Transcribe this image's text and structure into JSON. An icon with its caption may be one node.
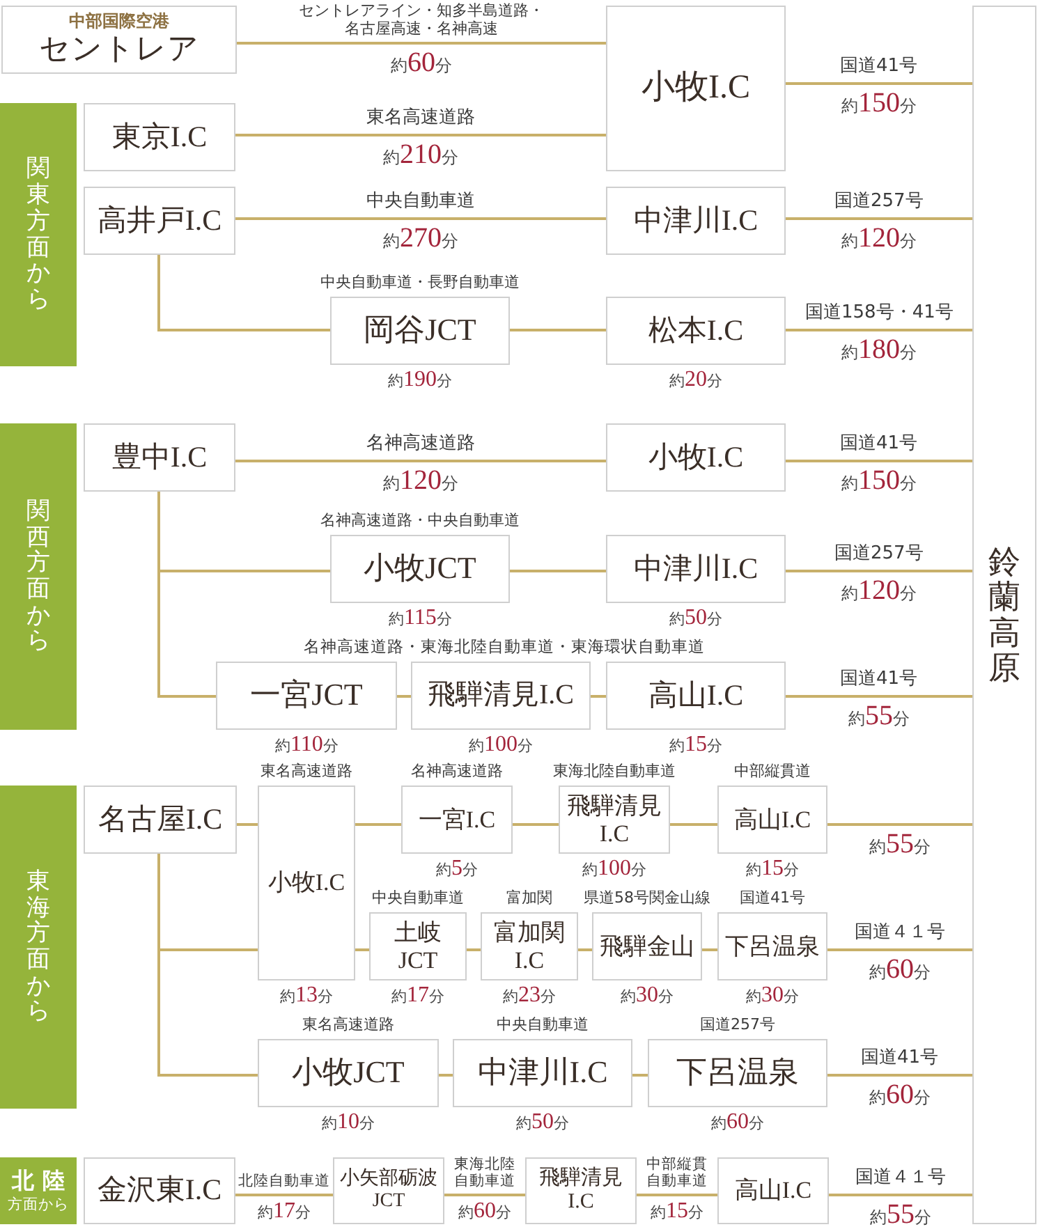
{
  "diagram": {
    "nodes": [
      {
        "text": [
          "中部国際空港",
          "セントレア"
        ]
      },
      {
        "text": [
          "小牧I.C"
        ]
      },
      {
        "text": [
          "鈴蘭高原"
        ]
      },
      {
        "text": [
          "関東方面から"
        ]
      },
      {
        "text": [
          "東京I.C"
        ]
      },
      {
        "text": [
          "高井戸I.C"
        ]
      },
      {
        "text": [
          "中津川I.C"
        ]
      },
      {
        "text": [
          "岡谷JCT"
        ],
        "beside": [
          "中央自動車道・長野自動車道",
          "約190分"
        ]
      },
      {
        "text": [
          "松本I.C"
        ],
        "beside": [
          "約20分"
        ]
      },
      {
        "text": [
          "関西方面から"
        ]
      },
      {
        "text": [
          "豊中I.C"
        ]
      },
      {
        "text": [
          "小牧I.C"
        ]
      },
      {
        "text": [
          "小牧JCT"
        ],
        "beside": [
          "名神高速道路・中央自動車道",
          "約115分"
        ]
      },
      {
        "text": [
          "中津川I.C"
        ],
        "beside": [
          "約50分"
        ]
      },
      {
        "text": [
          "一宮JCT"
        ],
        "beside": [
          "約110分"
        ]
      },
      {
        "text": [
          "飛騨清見I.C"
        ],
        "beside": [
          "約100分"
        ]
      },
      {
        "text": [
          "高山I.C"
        ],
        "beside": [
          "約15分"
        ]
      },
      {
        "text": [
          "東海方面から"
        ]
      },
      {
        "text": [
          "名古屋I.C"
        ]
      },
      {
        "text": [
          "小牧I.C"
        ],
        "beside": [
          "東名高速道路",
          "約13分"
        ]
      },
      {
        "text": [
          "一宮I.C"
        ],
        "beside": [
          "名神高速道路",
          "約5分"
        ]
      },
      {
        "text": [
          "飛騨清見I.C"
        ],
        "beside": [
          "東海北陸自動車道",
          "約100分"
        ]
      },
      {
        "text": [
          "高山I.C"
        ],
        "beside": [
          "中部縦貫道",
          "約15分"
        ]
      },
      {
        "text": [
          "土岐JCT"
        ],
        "beside": [
          "中央自動車道",
          "約17分"
        ]
      },
      {
        "text": [
          "富加関I.C"
        ],
        "beside": [
          "富加関",
          "約23分"
        ]
      },
      {
        "text": [
          "飛騨金山"
        ],
        "beside": [
          "県道58号関金山線",
          "約30分"
        ]
      },
      {
        "text": [
          "下呂温泉"
        ],
        "beside": [
          "国道41号",
          "約30分"
        ]
      },
      {
        "text": [
          "小牧JCT"
        ],
        "beside": [
          "東名高速道路",
          "約10分"
        ]
      },
      {
        "text": [
          "中津川I.C"
        ],
        "beside": [
          "中央自動車道",
          "約50分"
        ]
      },
      {
        "text": [
          "下呂温泉"
        ],
        "beside": [
          "国道257号",
          "約60分"
        ]
      },
      {
        "text": [
          "北陸",
          "方面から"
        ]
      },
      {
        "text": [
          "金沢東I.C"
        ]
      },
      {
        "text": [
          "小矢部砺波JCT"
        ]
      },
      {
        "text": [
          "飛騨清見I.C"
        ]
      },
      {
        "text": [
          "高山I.C"
        ]
      }
    ],
    "edges": [
      {
        "from": 0,
        "to": 1,
        "arrow": "none",
        "label": "セントレアライン・知多半島道路・名古屋高速・名神高速"
      },
      {
        "from": 1,
        "to": 2,
        "arrow": "none",
        "label": "国道41号"
      },
      {
        "from": 4,
        "to": 1,
        "arrow": "none",
        "label": "東名高速道路"
      },
      {
        "from": 5,
        "to": 6,
        "arrow": "none",
        "label": "中央自動車道"
      },
      {
        "from": 6,
        "to": 2,
        "arrow": "none",
        "label": "国道257号"
      },
      {
        "from": 5,
        "to": 7,
        "arrow": "none"
      },
      {
        "from": 7,
        "to": 8,
        "arrow": "none"
      },
      {
        "from": 8,
        "to": 2,
        "arrow": "none",
        "label": "国道158号・41号"
      },
      {
        "from": 10,
        "to": 11,
        "arrow": "none",
        "label": "名神高速道路"
      },
      {
        "from": 11,
        "to": 2,
        "arrow": "none",
        "label": "国道41号"
      },
      {
        "from": 10,
        "to": 12,
        "arrow": "none"
      },
      {
        "from": 12,
        "to": 13,
        "arrow": "none"
      },
      {
        "from": 13,
        "to": 2,
        "arrow": "none",
        "label": "国道257号"
      },
      {
        "from": 10,
        "to": 14,
        "arrow": "none"
      },
      {
        "from": 14,
        "to": 15,
        "arrow": "none"
      },
      {
        "from": 15,
        "to": 16,
        "arrow": "none"
      },
      {
        "from": 16,
        "to": 2,
        "arrow": "none",
        "label": "国道41号"
      },
      {
        "from": 18,
        "to": 19,
        "arrow": "none"
      },
      {
        "from": 19,
        "to": 20,
        "arrow": "none"
      },
      {
        "from": 20,
        "to": 21,
        "arrow": "none"
      },
      {
        "from": 21,
        "to": 22,
        "arrow": "none"
      },
      {
        "from": 22,
        "to": 2,
        "arrow": "none"
      },
      {
        "from": 18,
        "to": 19,
        "arrow": "none"
      },
      {
        "from": 19,
        "to": 23,
        "arrow": "none"
      },
      {
        "from": 23,
        "to": 24,
        "arrow": "none"
      },
      {
        "from": 24,
        "to": 25,
        "arrow": "none"
      },
      {
        "from": 25,
        "to": 26,
        "arrow": "none"
      },
      {
        "from": 26,
        "to": 2,
        "arrow": "none",
        "label": "国道４１号"
      },
      {
        "from": 18,
        "to": 27,
        "arrow": "none"
      },
      {
        "from": 27,
        "to": 28,
        "arrow": "none"
      },
      {
        "from": 28,
        "to": 29,
        "arrow": "none"
      },
      {
        "from": 29,
        "to": 2,
        "arrow": "none",
        "label": "国道41号"
      },
      {
        "from": 31,
        "to": 32,
        "arrow": "none",
        "label": "北陸自動車道"
      },
      {
        "from": 32,
        "to": 33,
        "arrow": "none",
        "label": "東海北陸自動車道"
      },
      {
        "from": 33,
        "to": 34,
        "arrow": "none",
        "label": "中部縦貫自動車道"
      },
      {
        "from": 34,
        "to": 2,
        "arrow": "none",
        "label": "国道４１号"
      }
    ],
    "labels": [
      "約60分",
      "約150分",
      "約210分",
      "約270分",
      "約120分",
      "約180分",
      "約120分",
      "約150分",
      "約120分",
      "名神高速道路・東海北陸自動車道・東海環状自動車道",
      "約55分",
      "約55分",
      "約60分",
      "約60分",
      "約17分",
      "約60分",
      "約15分",
      "約55分"
    ]
  }
}
